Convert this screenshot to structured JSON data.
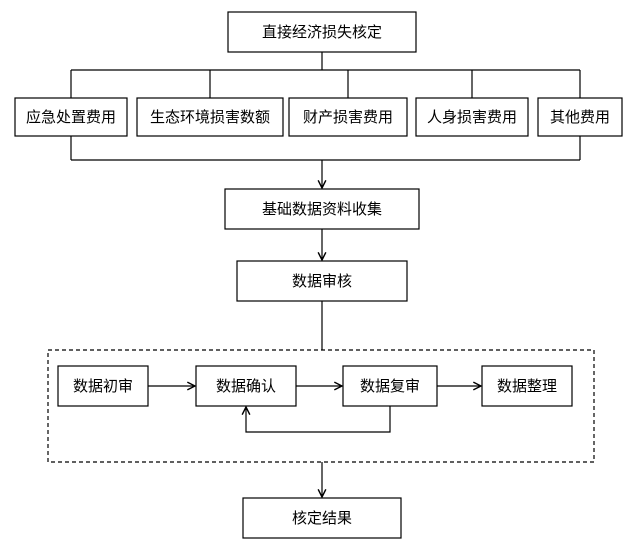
{
  "top": {
    "label": "直接经济损失核定"
  },
  "categories": [
    {
      "label": "应急处置费用"
    },
    {
      "label": "生态环境损害数额"
    },
    {
      "label": "财产损害费用"
    },
    {
      "label": "人身损害费用"
    },
    {
      "label": "其他费用"
    }
  ],
  "steps": {
    "collect": "基础数据资料收集",
    "review": "数据审核"
  },
  "process": [
    {
      "label": "数据初审"
    },
    {
      "label": "数据确认"
    },
    {
      "label": "数据复审"
    },
    {
      "label": "数据整理"
    }
  ],
  "result": {
    "label": "核定结果"
  }
}
